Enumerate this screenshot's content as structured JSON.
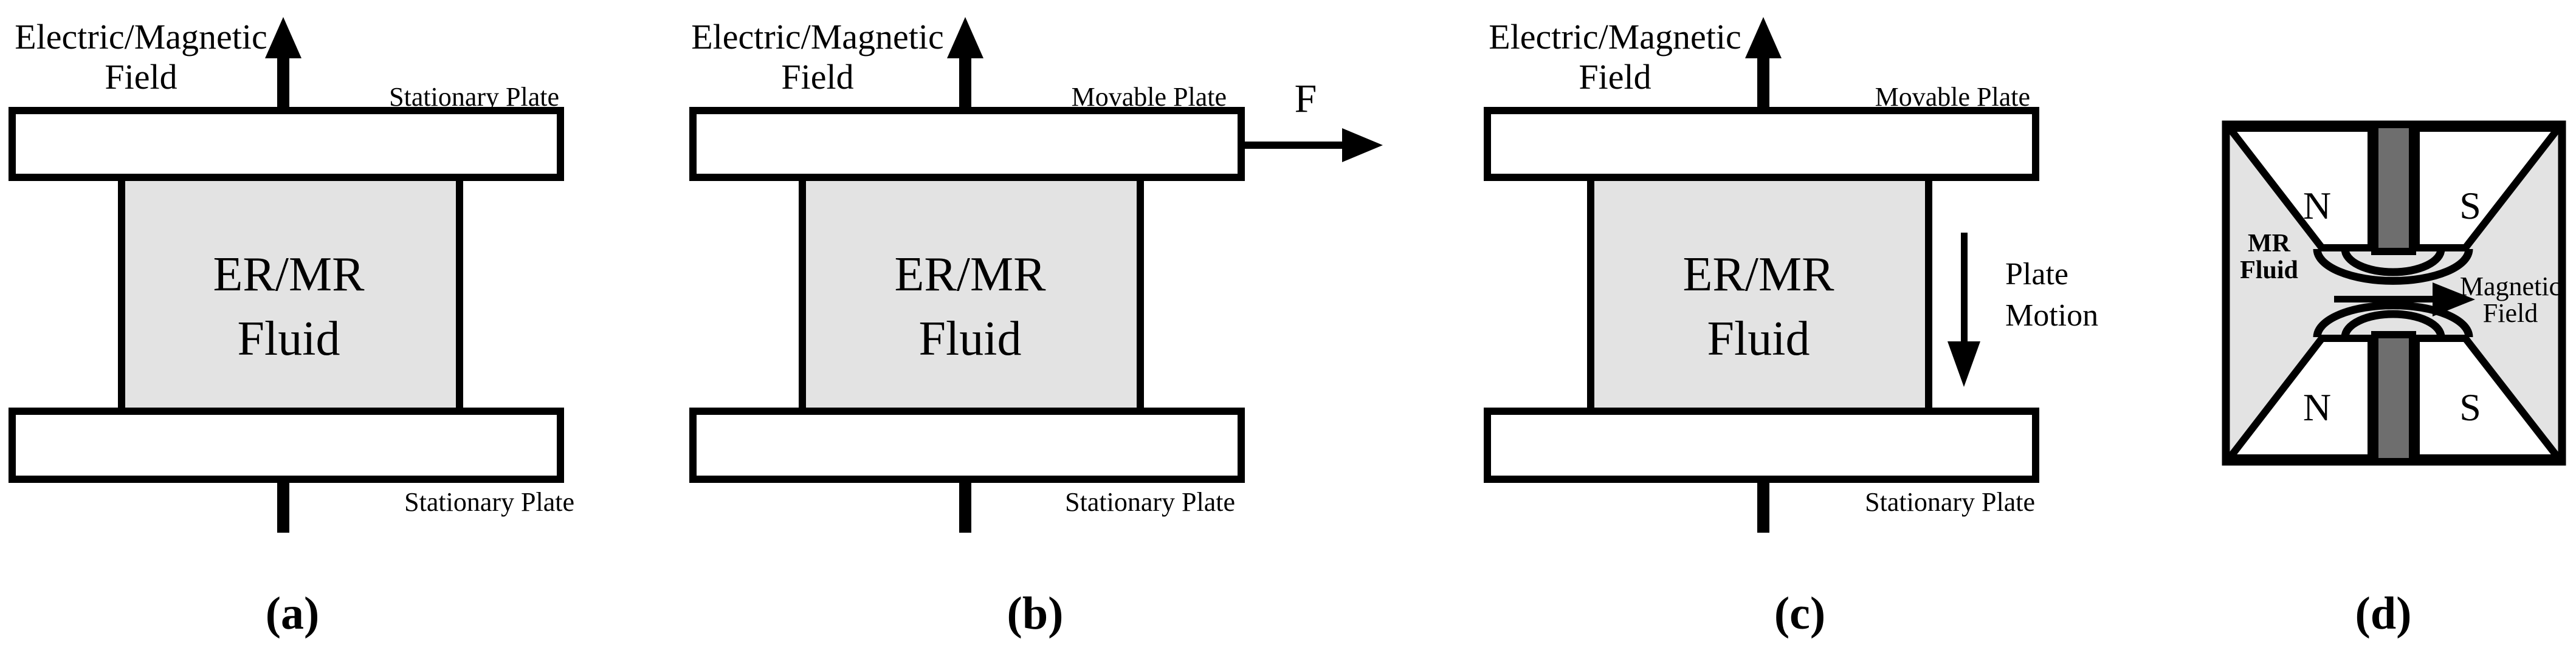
{
  "figure": {
    "colors": {
      "background": "#ffffff",
      "line": "#000000",
      "fluid": "#e3e3e3",
      "pole": "#ffffff",
      "strip": "#6e6e6e"
    },
    "panel_a": {
      "caption": "(a)",
      "field_label_line1": "Electric/Magnetic",
      "field_label_line2": "Field",
      "top_plate_label": "Stationary Plate",
      "bottom_plate_label": "Stationary Plate",
      "fluid_label_line1": "ER/MR",
      "fluid_label_line2": "Fluid"
    },
    "panel_b": {
      "caption": "(b)",
      "field_label_line1": "Electric/Magnetic",
      "field_label_line2": "Field",
      "top_plate_label": "Movable Plate",
      "bottom_plate_label": "Stationary Plate",
      "fluid_label_line1": "ER/MR",
      "fluid_label_line2": "Fluid",
      "force_label": "F"
    },
    "panel_c": {
      "caption": "(c)",
      "field_label_line1": "Electric/Magnetic",
      "field_label_line2": "Field",
      "top_plate_label": "Movable Plate",
      "bottom_plate_label": "Stationary Plate",
      "fluid_label_line1": "ER/MR",
      "fluid_label_line2": "Fluid",
      "motion_label_line1": "Plate",
      "motion_label_line2": "Motion"
    },
    "panel_d": {
      "caption": "(d)",
      "fluid_label_line1": "MR",
      "fluid_label_line2": "Fluid",
      "field_label_line1": "Magnetic",
      "field_label_line2": "Field",
      "pole_top_left": "N",
      "pole_top_right": "S",
      "pole_bottom_left": "N",
      "pole_bottom_right": "S"
    }
  }
}
